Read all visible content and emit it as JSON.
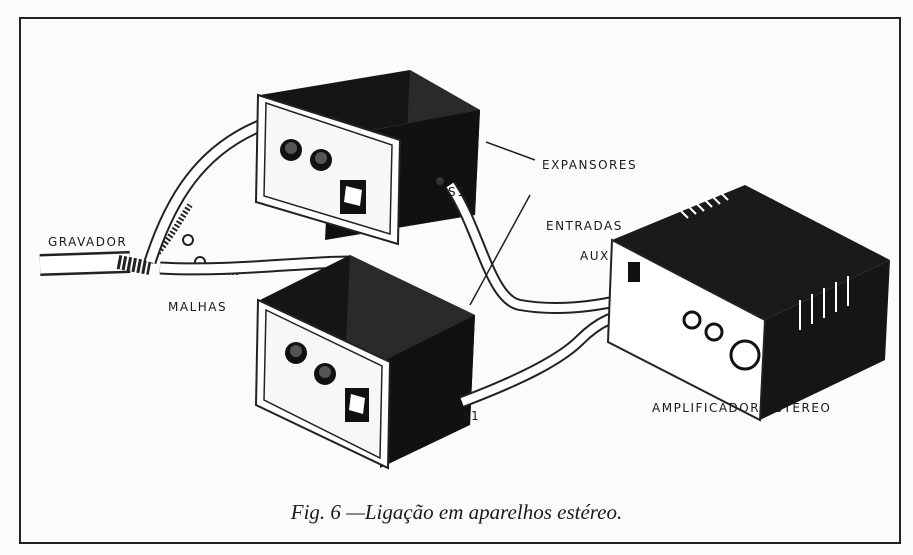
{
  "labels": {
    "gravador": "GRAVADOR",
    "malhas": "MALHAS",
    "expansores": "EXPANSORES",
    "s1_top": "S1",
    "s1_bottom": "S1",
    "entradas": "ENTRADAS",
    "aux": "AUX",
    "amplificador": "AMPLIFICADOR ESTÉREO"
  },
  "caption": "Fig. 6 —Ligação em aparelhos estéreo."
}
